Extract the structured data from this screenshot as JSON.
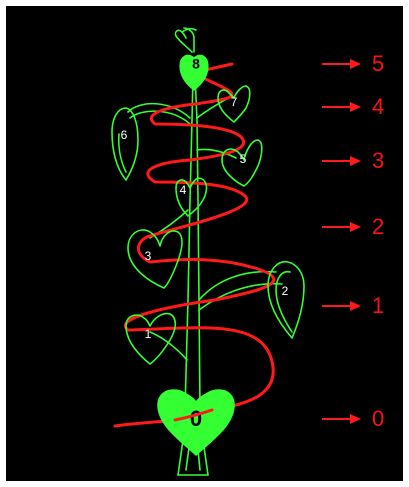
{
  "diagram": {
    "colors": {
      "background": "#000000",
      "frame": "#ffffff",
      "plant": "#33ff33",
      "spiral": "#ff1a1a",
      "labels": "#ff1111"
    },
    "leaves": [
      {
        "label": "0"
      },
      {
        "label": "1"
      },
      {
        "label": "2"
      },
      {
        "label": "3"
      },
      {
        "label": "4"
      },
      {
        "label": "5"
      },
      {
        "label": "6"
      },
      {
        "label": "7"
      },
      {
        "label": "8"
      }
    ],
    "turns": [
      {
        "label": "5"
      },
      {
        "label": "4"
      },
      {
        "label": "3"
      },
      {
        "label": "2"
      },
      {
        "label": "1"
      },
      {
        "label": "0"
      }
    ]
  }
}
